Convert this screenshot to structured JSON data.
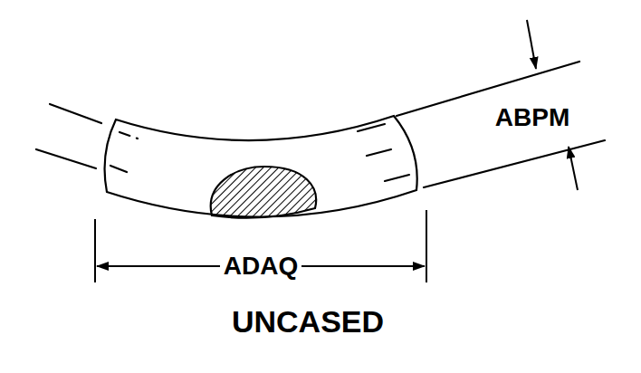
{
  "diagram": {
    "caption": "UNCASED",
    "labels": [
      "ABPM",
      "ADAQ"
    ]
  }
}
